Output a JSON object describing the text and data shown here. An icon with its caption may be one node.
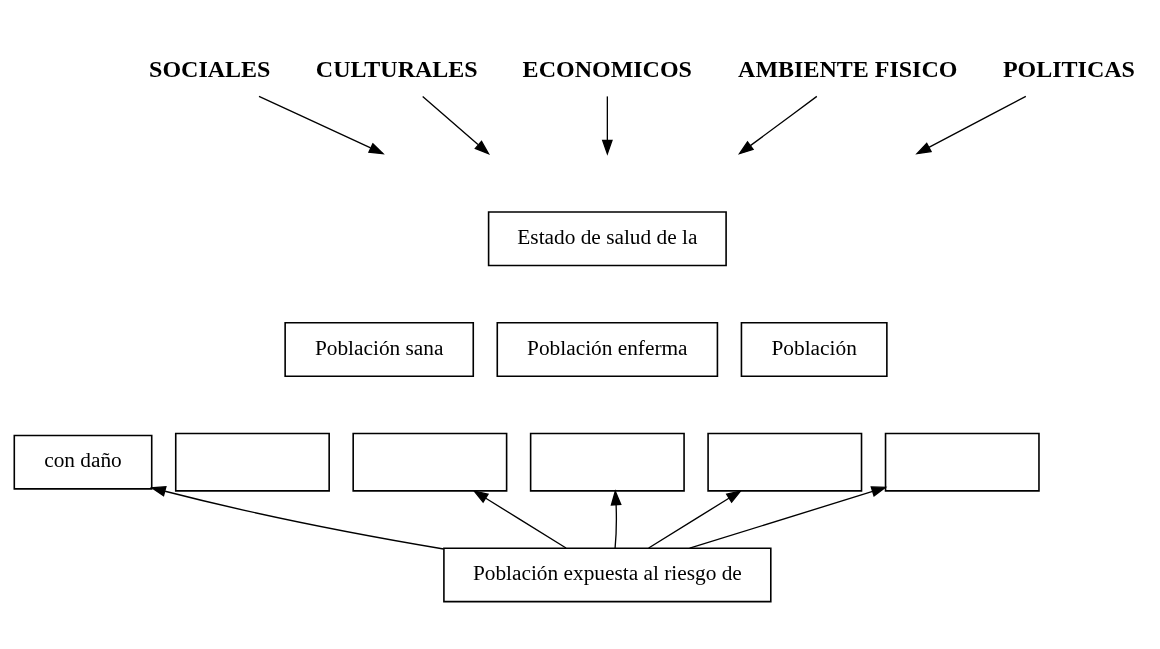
{
  "diagram": {
    "nodes": [
      {
        "text": [
          "SOCIALES"
        ]
      },
      {
        "text": [
          "CULTURALES"
        ]
      },
      {
        "text": [
          "ECONOMICOS"
        ]
      },
      {
        "text": [
          "AMBIENTE FISICO"
        ]
      },
      {
        "text": [
          "POLITICAS"
        ]
      },
      {
        "text": [
          "Estado de salud de la"
        ]
      },
      {
        "text": [
          "Población sana"
        ]
      },
      {
        "text": [
          "Población enferma"
        ]
      },
      {
        "text": [
          "Población"
        ]
      },
      {
        "text": [
          "con daño"
        ]
      },
      {
        "text": [],
        "shape": "box"
      },
      {
        "text": [],
        "shape": "box"
      },
      {
        "text": [],
        "shape": "box"
      },
      {
        "text": [],
        "shape": "box"
      },
      {
        "text": [],
        "shape": "box"
      },
      {
        "text": [
          "Población expuesta al riesgo de"
        ]
      }
    ],
    "edges": [
      {
        "from": 0,
        "to": null,
        "arrow": "to"
      },
      {
        "from": 1,
        "to": null,
        "arrow": "to"
      },
      {
        "from": 2,
        "to": null,
        "arrow": "to"
      },
      {
        "from": 3,
        "to": null,
        "arrow": "to"
      },
      {
        "from": 4,
        "to": null,
        "arrow": "to"
      },
      {
        "from": 15,
        "to": 9,
        "arrow": "to"
      },
      {
        "from": 15,
        "to": 11,
        "arrow": "to"
      },
      {
        "from": 15,
        "to": 12,
        "arrow": "to"
      },
      {
        "from": 15,
        "to": 13,
        "arrow": "to"
      },
      {
        "from": 15,
        "to": 14,
        "arrow": "to"
      }
    ]
  }
}
